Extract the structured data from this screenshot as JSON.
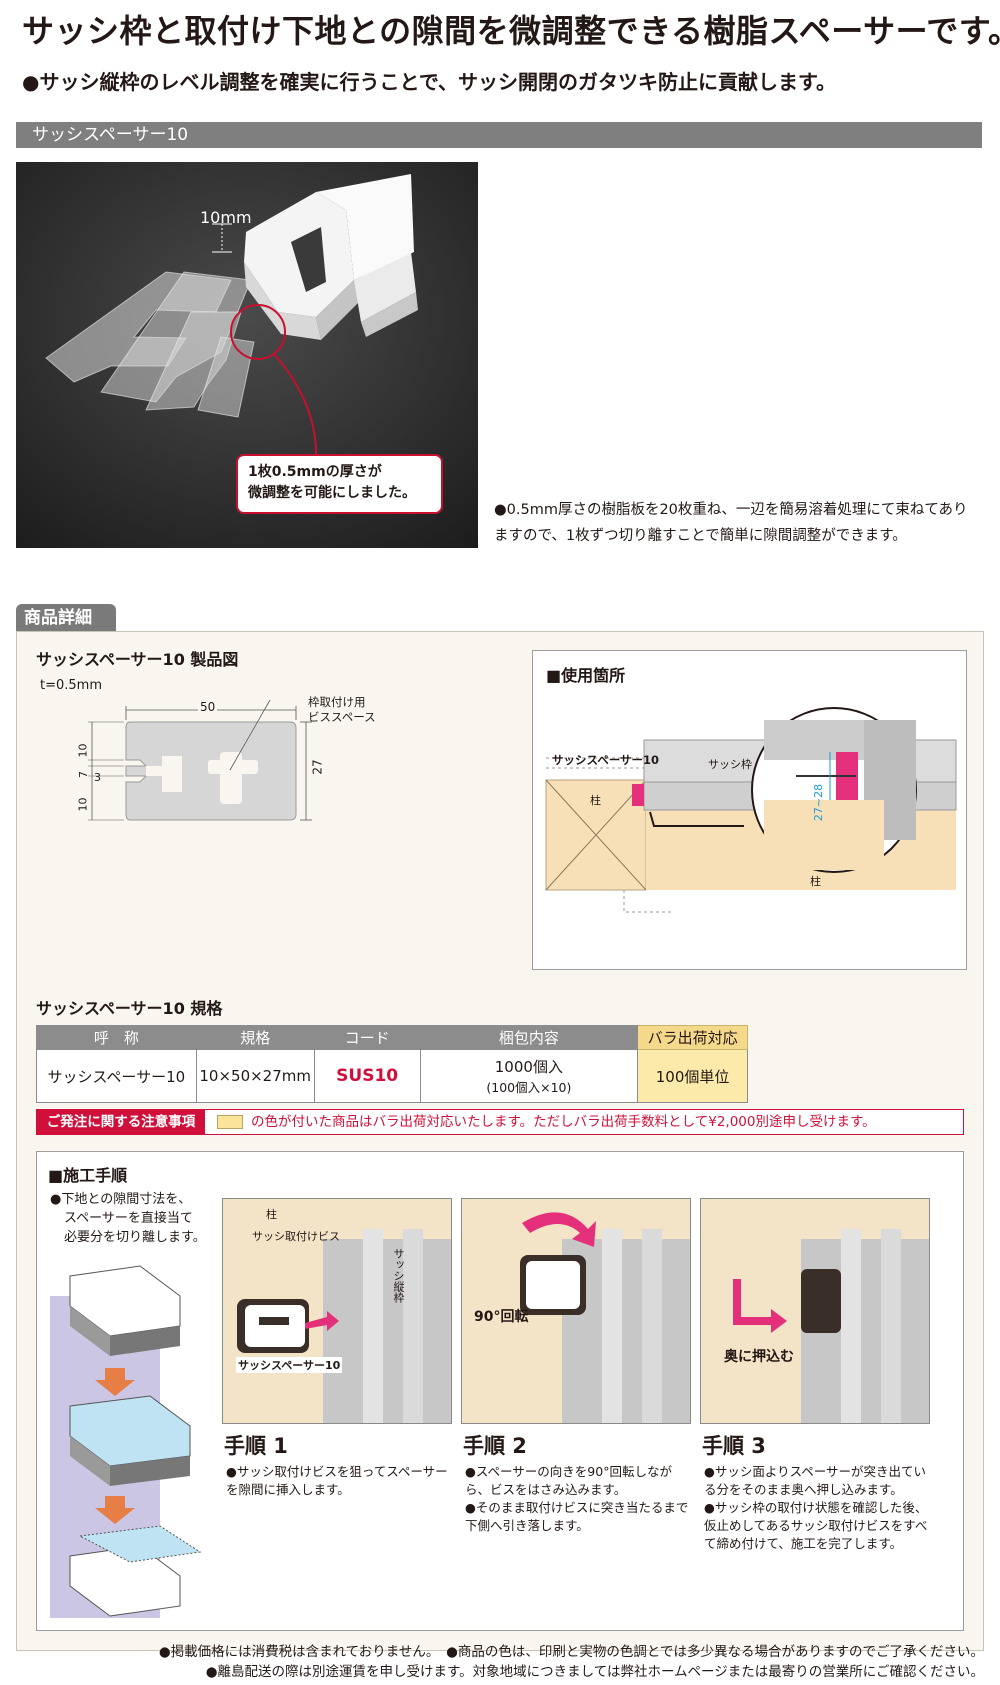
{
  "title": "サッシ枠と取付け下地との隙間を微調整できる樹脂スペーサーです。",
  "lead": "●サッシ縦枠のレベル調整を確実に行うことで、サッシ開閉のガタツキ防止に貢献します。",
  "product_bar": "サッシスペーサー10",
  "photo": {
    "thickness_label": "10mm",
    "callout_line1": "1枚0.5mmの厚さが",
    "callout_line2": "微調整を可能にしました。"
  },
  "photo_note": "●0.5mm厚さの樹脂板を20枚重ね、一辺を簡易溶着処理にて束ねてありますので、1枚ずつ切り離すことで簡単に隙間調整ができます。",
  "details_tab": "商品詳細",
  "drawing": {
    "title": "サッシスペーサー10 製品図",
    "thickness": "t=0.5mm",
    "dim_width": "50",
    "dim_height": "27",
    "dim_a": "10",
    "dim_b": "7",
    "dim_c": "3",
    "dim_d": "10",
    "screw_label_1": "枠取付け用",
    "screw_label_2": "ビススペース"
  },
  "usage": {
    "title": "■使用箇所",
    "spacer_label": "サッシスペーサー10",
    "frame_label": "サッシ枠",
    "pillar_label": "柱",
    "pillar_label_2": "柱",
    "range_label": "27~28"
  },
  "spec": {
    "title": "サッシスペーサー10 規格",
    "headers": [
      "呼　称",
      "規格",
      "コード",
      "梱包内容",
      "バラ出荷対応"
    ],
    "row": {
      "name": "サッシスペーサー10",
      "size": "10×50×27mm",
      "code": "SUS10",
      "pack_main": "1000個入",
      "pack_sub": "(100個入×10)",
      "bara": "100個単位"
    }
  },
  "notice": {
    "label": "ご発注に関する注意事項",
    "text": "の色が付いた商品はバラ出荷対応いたします。ただしバラ出荷手数料として¥2,000別途申し受けます。"
  },
  "procedure": {
    "title": "■施工手順",
    "intro_1": "●下地との隙間寸法を、",
    "intro_2": "スペーサーを直接当て",
    "intro_3": "必要分を切り離します。",
    "steps": [
      {
        "title": "手順 1",
        "labels": [
          "柱",
          "サッシ取付けビス",
          "サッシ縦枠",
          "サッシスペーサー10"
        ],
        "desc": [
          "●サッシ取付けビスを狙ってスペーサーを隙間に挿入します。"
        ]
      },
      {
        "title": "手順 2",
        "labels": [
          "90°回転"
        ],
        "desc": [
          "●スペーサーの向きを90°回転しながら、ビスをはさみ込みます。",
          "●そのまま取付けビスに突き当たるまで下側へ引き落します。"
        ]
      },
      {
        "title": "手順 3",
        "labels": [
          "奥に押込む"
        ],
        "desc": [
          "●サッシ面よりスペーサーが突き出ている分をそのまま奥へ押し込みます。",
          "●サッシ枠の取付け状態を確認した後、仮止めしてあるサッシ取付けビスをすべて締め付けて、施工を完了します。"
        ]
      }
    ]
  },
  "footer": {
    "line1": "●掲載価格には消費税は含まれておりません。　●商品の色は、印刷と実物の色調とでは多少異なる場合がありますのでご了承ください。",
    "line2": "●離島配送の際は別途運賃を申し受けます。対象地域につきましては弊社ホームページまたは最寄りの営業所にご確認ください。"
  },
  "colors": {
    "accent_red": "#d0103a",
    "bar_gray": "#7f7f7f",
    "bara_yellow": "#fbeaaa",
    "panel_bg": "#f9f6ef"
  }
}
